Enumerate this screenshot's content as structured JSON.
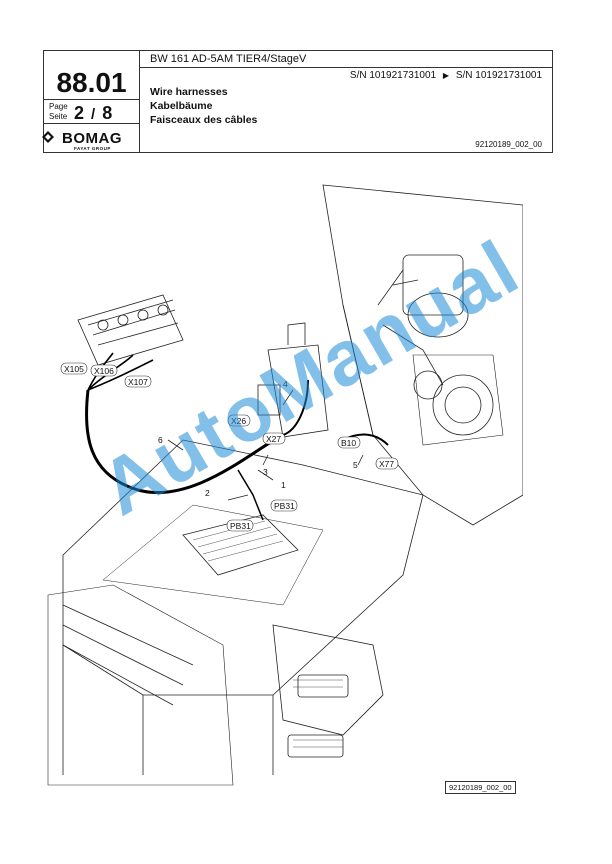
{
  "header": {
    "code": "88.01",
    "model": "BW 161 AD-5AM TIER4/StageV",
    "page_label_en": "Page",
    "page_label_de": "Seite",
    "page_number": "2",
    "page_sep": "/",
    "page_total": "8",
    "serial_from": "S/N 101921731001",
    "serial_arrow": "▶",
    "serial_to": "S/N 101921731001",
    "title_en": "Wire harnesses",
    "title_de": "Kabelbäume",
    "title_fr": "Faisceaux des câbles",
    "doc_number": "92120189_002_00"
  },
  "logo": {
    "name": "BOMAG",
    "sub": "FAYAT GROUP"
  },
  "callouts": {
    "x105": "X105",
    "x106": "X106",
    "x107": "X107",
    "x26": "X26",
    "x27": "X27",
    "b10": "B10",
    "x77": "X77",
    "pb31a": "PB31",
    "pb31b": "PB31",
    "n1": "1",
    "n2": "2",
    "n3": "3",
    "n4": "4",
    "n5": "5",
    "n6": "6"
  },
  "watermark": "AutoManual",
  "footer_id": "92120189_002_00"
}
